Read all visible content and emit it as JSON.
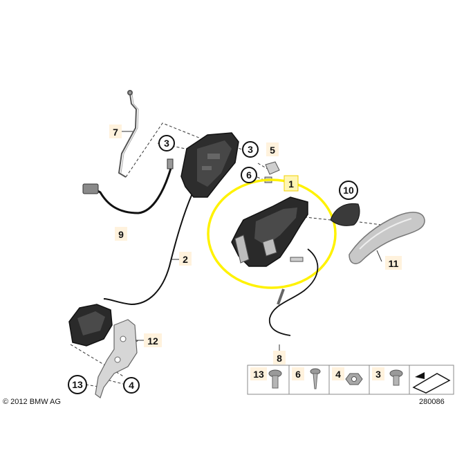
{
  "diagram": {
    "callouts": [
      {
        "id": "c7",
        "text": "7",
        "style": "box"
      },
      {
        "id": "c3a",
        "text": "3",
        "style": "circle"
      },
      {
        "id": "c3b",
        "text": "3",
        "style": "circle"
      },
      {
        "id": "c5",
        "text": "5",
        "style": "box"
      },
      {
        "id": "c6",
        "text": "6",
        "style": "circle"
      },
      {
        "id": "c1",
        "text": "1",
        "style": "box-yellow"
      },
      {
        "id": "c10",
        "text": "10",
        "style": "circle"
      },
      {
        "id": "c9",
        "text": "9",
        "style": "box"
      },
      {
        "id": "c2",
        "text": "2",
        "style": "box"
      },
      {
        "id": "c11",
        "text": "11",
        "style": "box"
      },
      {
        "id": "c12",
        "text": "12",
        "style": "box"
      },
      {
        "id": "c8",
        "text": "8",
        "style": "box"
      },
      {
        "id": "c13",
        "text": "13",
        "style": "circle"
      },
      {
        "id": "c4",
        "text": "4",
        "style": "circle"
      }
    ],
    "legend": [
      {
        "text": "13",
        "part": "bolt"
      },
      {
        "text": "6",
        "part": "screw"
      },
      {
        "text": "4",
        "part": "nut"
      },
      {
        "text": "3",
        "part": "bolt"
      }
    ],
    "copyright": "© 2012 BMW AG",
    "diagram_number": "280086",
    "highlight_color": "#fff200"
  }
}
